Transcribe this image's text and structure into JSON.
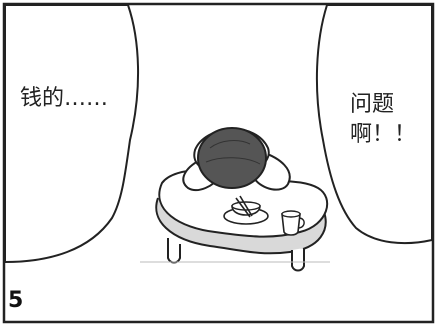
{
  "panel": {
    "number": "5",
    "speech_left": "钱的……",
    "speech_right_line1": "问题",
    "speech_right_line2": "啊！！"
  }
}
